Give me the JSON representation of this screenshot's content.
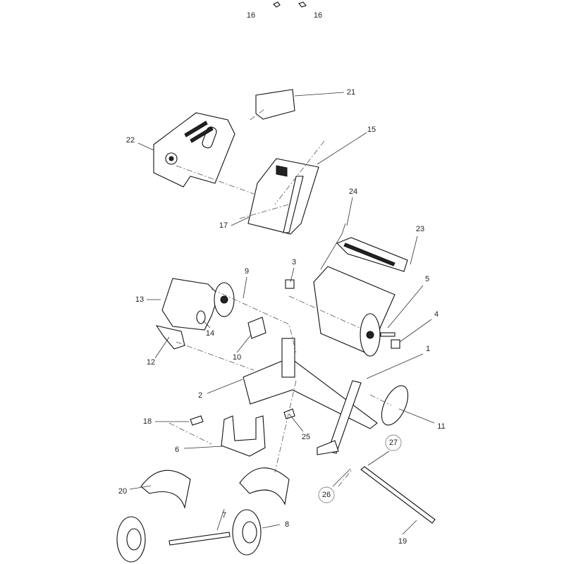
{
  "title": "Exploded parts diagram",
  "labels": [
    {
      "number": "16"
    },
    {
      "number": "16"
    },
    {
      "number": "21"
    },
    {
      "number": "15"
    },
    {
      "number": "22"
    },
    {
      "number": "24"
    },
    {
      "number": "17"
    },
    {
      "number": "23"
    },
    {
      "number": "9"
    },
    {
      "number": "3"
    },
    {
      "number": "5"
    },
    {
      "number": "13"
    },
    {
      "number": "4"
    },
    {
      "number": "14"
    },
    {
      "number": "1"
    },
    {
      "number": "12"
    },
    {
      "number": "10"
    },
    {
      "number": "2"
    },
    {
      "number": "18"
    },
    {
      "number": "11"
    },
    {
      "number": "6"
    },
    {
      "number": "25"
    },
    {
      "number": "27",
      "circled": true
    },
    {
      "number": "20"
    },
    {
      "number": "26",
      "circled": true
    },
    {
      "number": "7"
    },
    {
      "number": "8"
    },
    {
      "number": "19"
    }
  ]
}
